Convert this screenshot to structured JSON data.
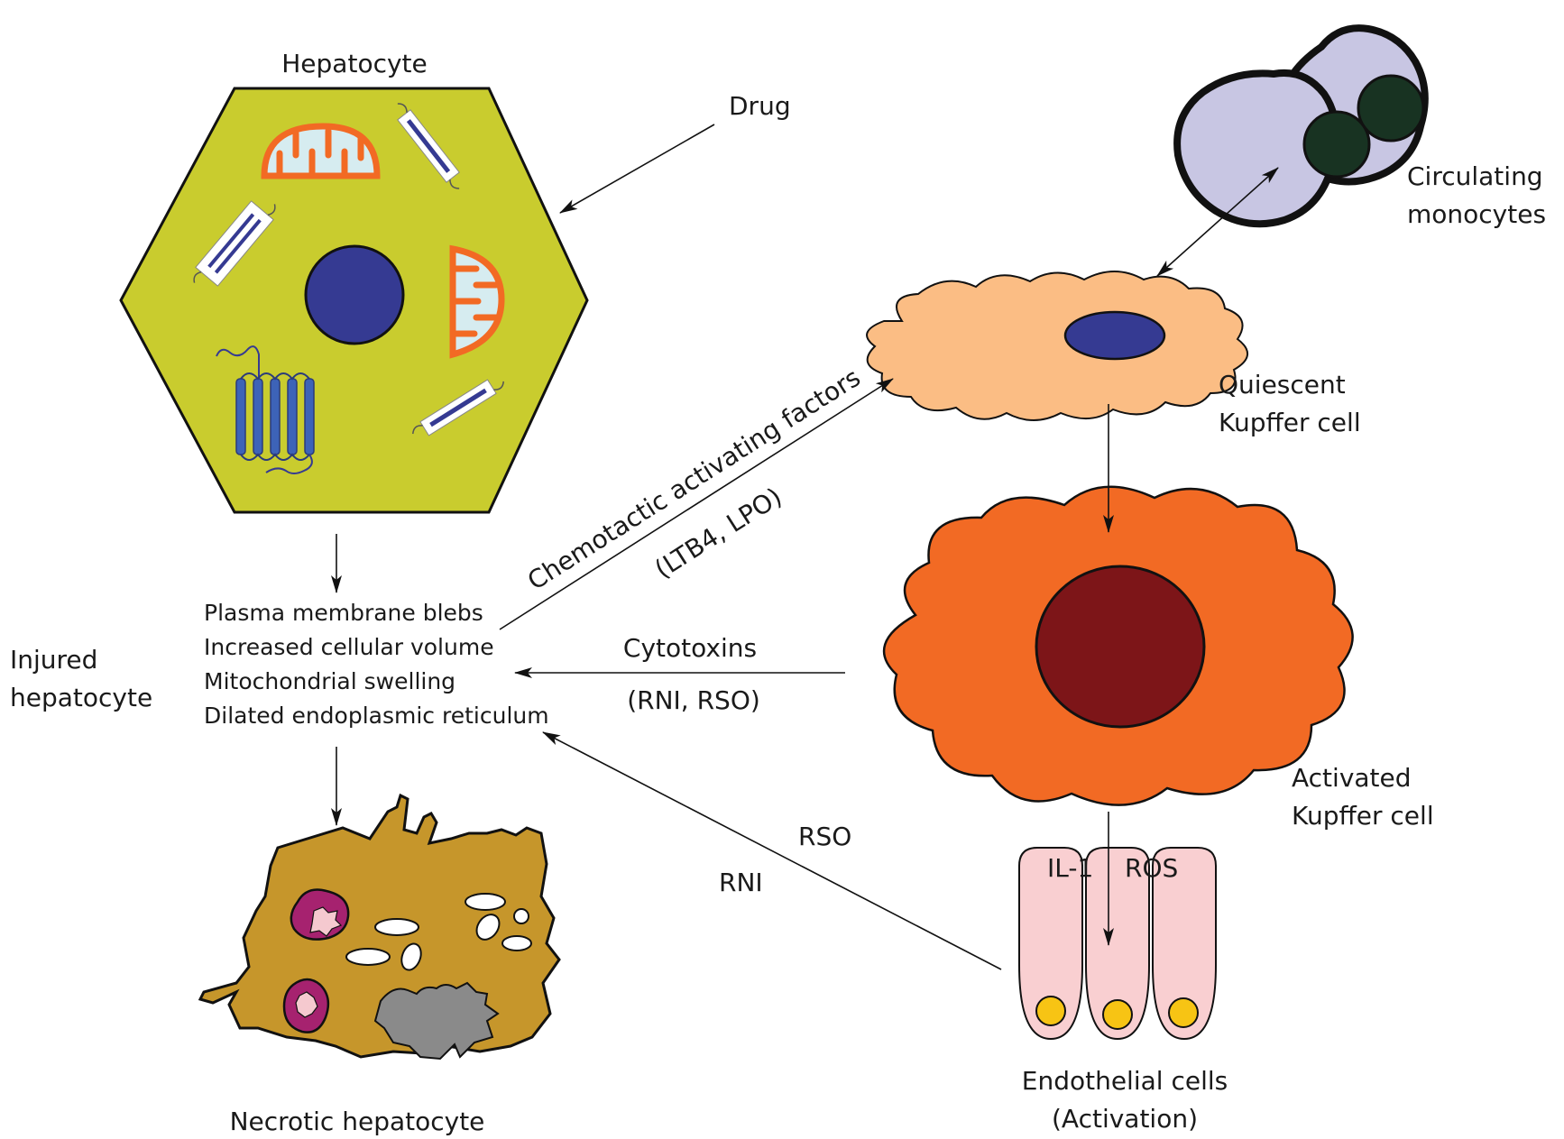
{
  "labels": {
    "hepatocyte": "Hepatocyte",
    "drug": "Drug",
    "circulating_monocytes": [
      "Circulating",
      "monocytes"
    ],
    "quiescent_kupffer": [
      "Quiescent",
      "Kupffer cell"
    ],
    "chemotactic_factors": "Chemotactic activating factors",
    "chemotactic_examples": "(LTB4, LPO)",
    "injured_hepatocyte": [
      "Injured",
      "hepatocyte"
    ],
    "injury_features": [
      "Plasma membrane blebs",
      "Increased cellular volume",
      "Mitochondrial swelling",
      "Dilated endoplasmic reticulum"
    ],
    "cytotoxins": "Cytotoxins",
    "cytotoxins_examples": "(RNI, RSO)",
    "activated_kupffer": [
      "Activated",
      "Kupffer cell"
    ],
    "rso": "RSO",
    "rni": "RNI",
    "il1": "IL-1",
    "ros": "ROS",
    "endothelial_cells": [
      "Endothelial cells",
      "(Activation)"
    ],
    "necrotic_hepatocyte": "Necrotic hepatocyte"
  },
  "colors": {
    "hepatocyte_fill": "#c9cc2e",
    "nucleus_blue": "#353a92",
    "mitochondria_orange": "#f26a24",
    "mitochondria_inner": "#d6ecf0",
    "quiescent_kupffer_fill": "#fbbd84",
    "activated_kupffer_fill": "#f26a24",
    "activated_nucleus": "#7d1518",
    "monocyte_fill": "#c8c6e3",
    "monocyte_nucleus": "#183322",
    "endothelial_fill": "#f9cfd1",
    "endothelial_nucleus": "#f7c414",
    "necrotic_fill": "#c6962b",
    "necrotic_vacuole": "#a6226f",
    "necrotic_gray": "#8a8a8a"
  }
}
